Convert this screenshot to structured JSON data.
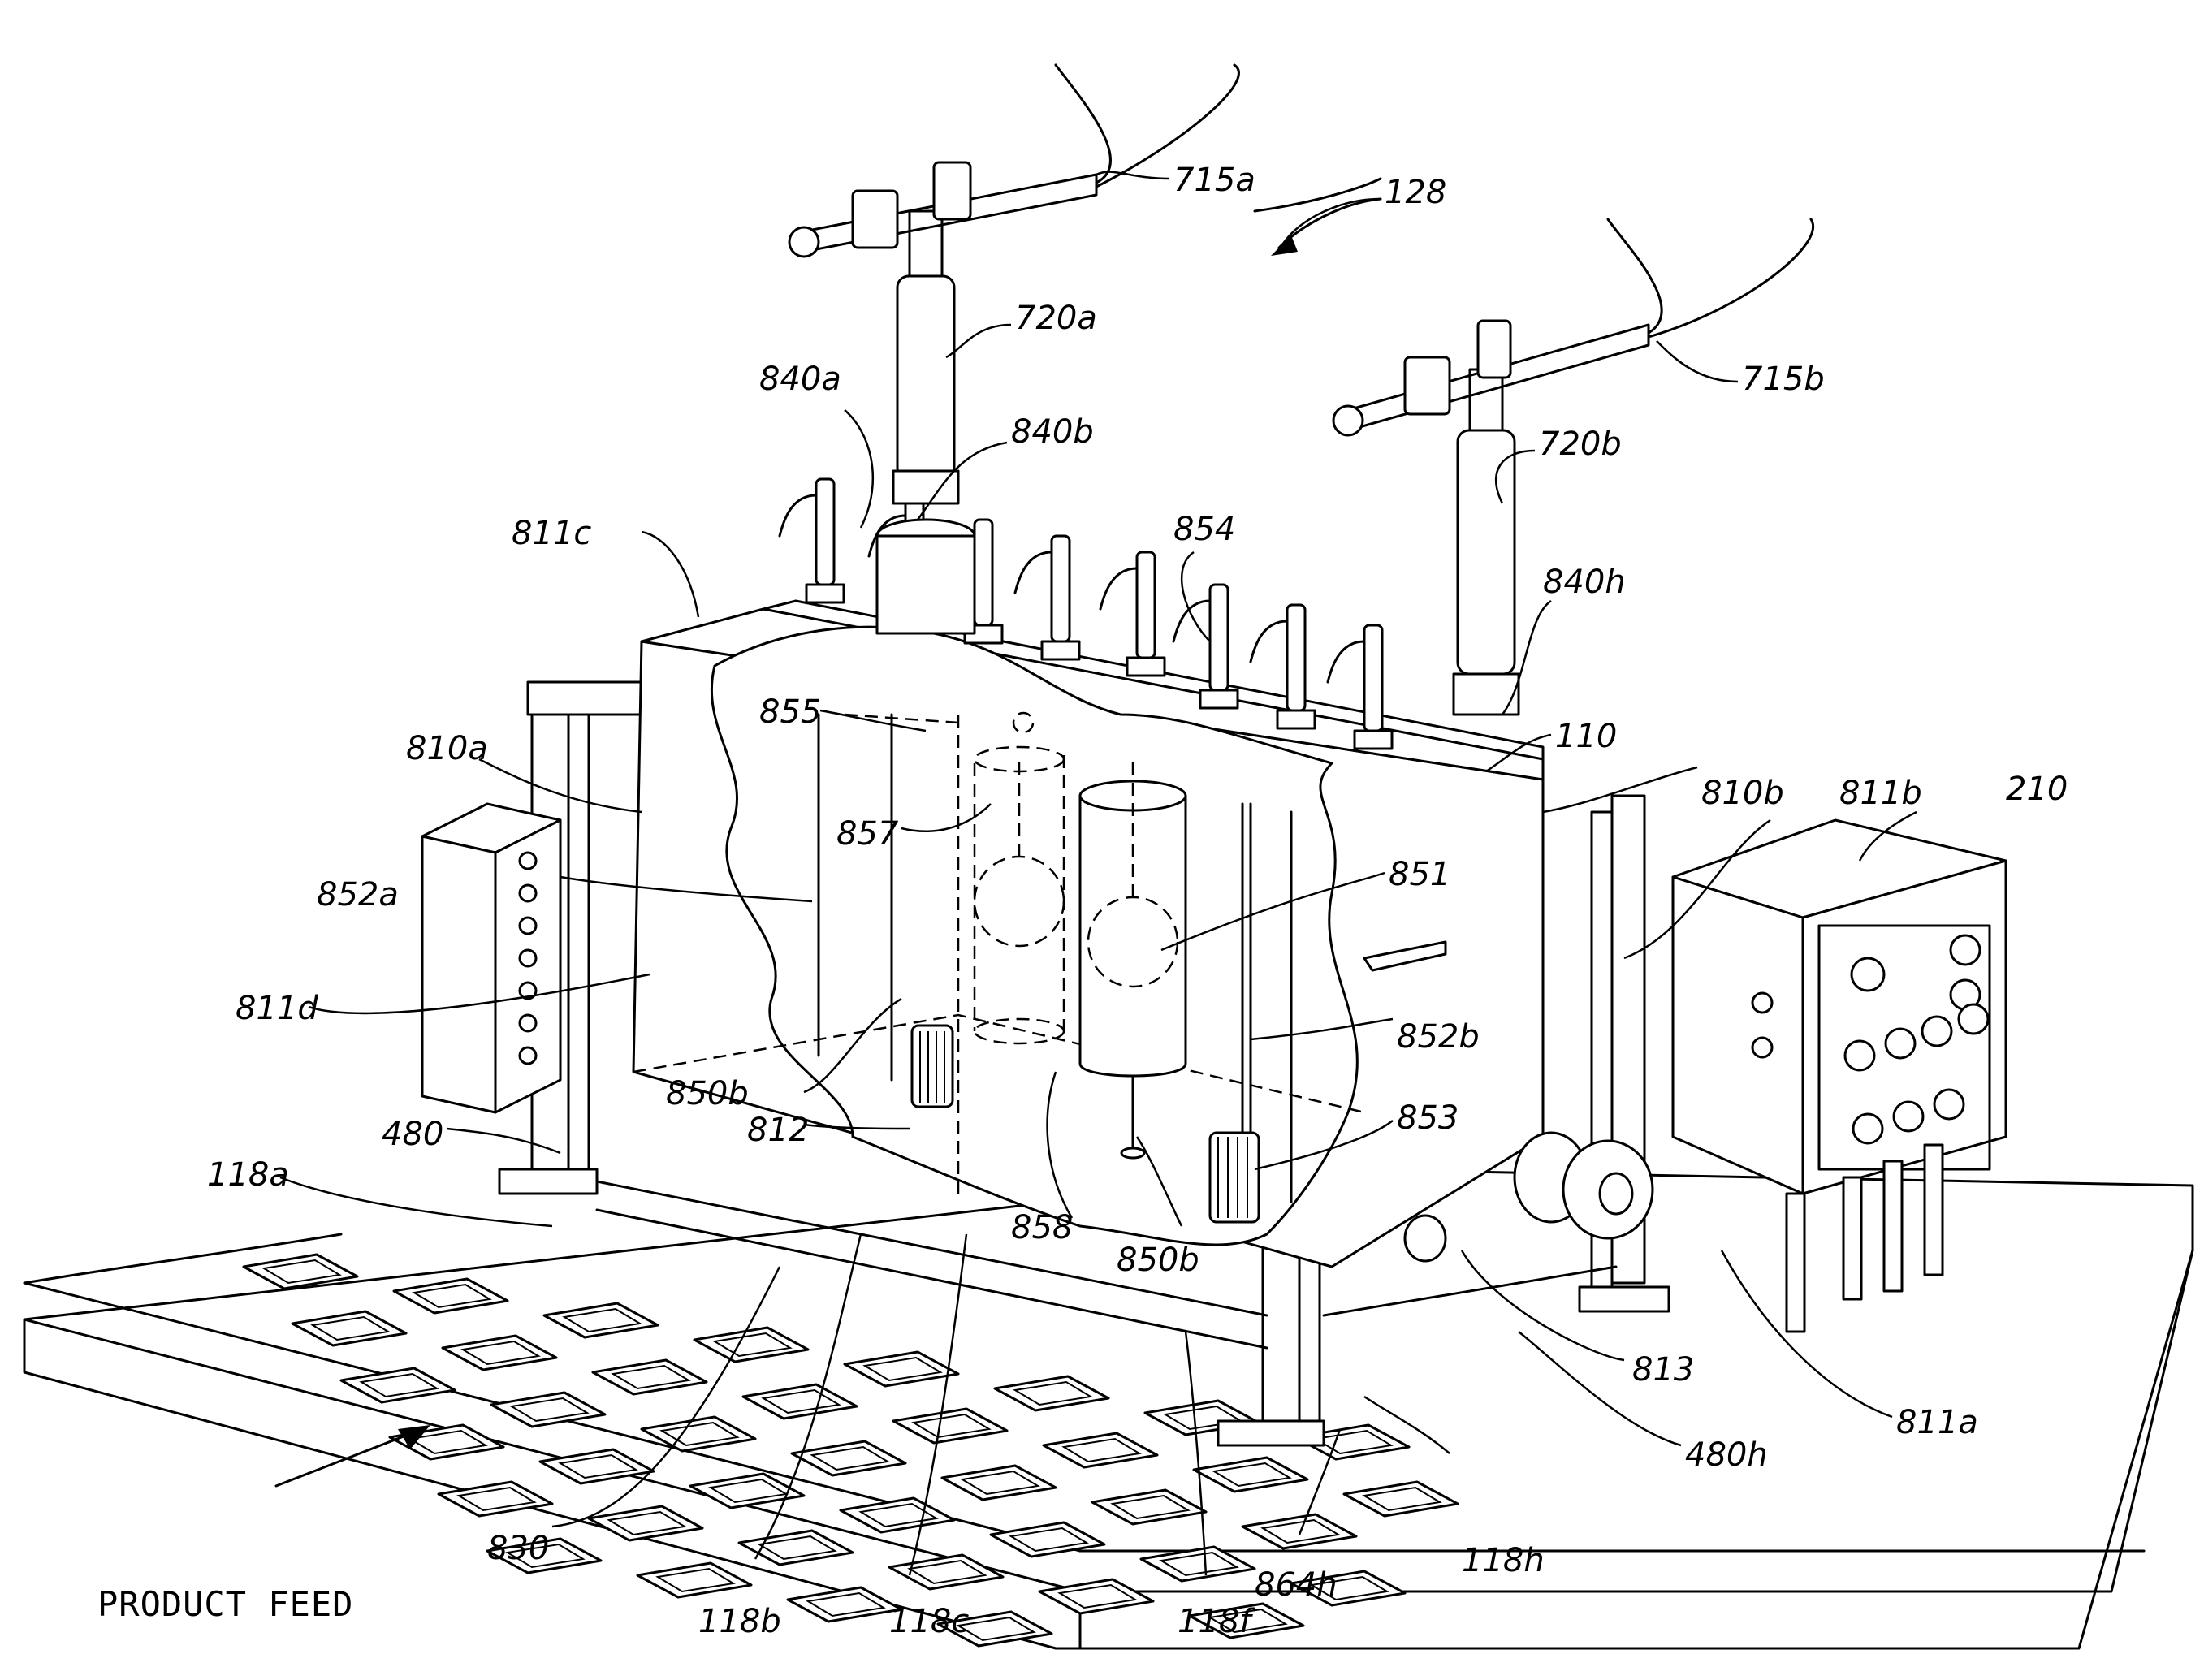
{
  "caption": "PRODUCT FEED",
  "labels": {
    "l715a": "715a",
    "l128": "128",
    "l720a": "720a",
    "l715b": "715b",
    "l840a": "840a",
    "l840b": "840b",
    "l720b": "720b",
    "l811c": "811c",
    "l854": "854",
    "l840h": "840h",
    "l855": "855",
    "l110": "110",
    "l810a": "810a",
    "l810b": "810b",
    "l811b": "811b",
    "l210": "210",
    "l857": "857",
    "l852a": "852a",
    "l851": "851",
    "l811d": "811d",
    "l850b_1": "850b",
    "l852b": "852b",
    "l853": "853",
    "l480": "480",
    "l812": "812",
    "l118a": "118a",
    "l858": "858",
    "l850b_2": "850b",
    "l813": "813",
    "l811a": "811a",
    "l480h": "480h",
    "l830": "830",
    "l118h": "118h",
    "l864h": "864h",
    "l118b": "118b",
    "l118c": "118c",
    "l118f": "118f"
  }
}
